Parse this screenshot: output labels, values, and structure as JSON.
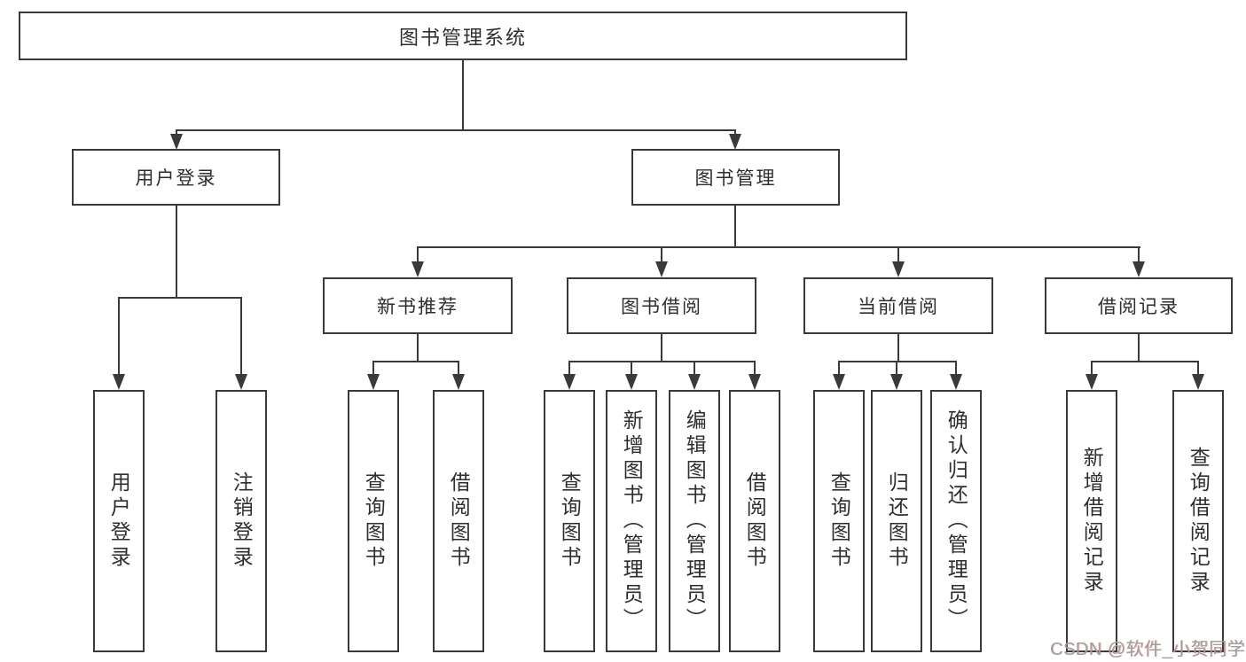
{
  "title": "图书管理系统",
  "tree": {
    "label": "图书管理系统",
    "children": [
      {
        "label": "用户登录",
        "children": [
          {
            "label": "用户登录"
          },
          {
            "label": "注销登录"
          }
        ]
      },
      {
        "label": "图书管理",
        "children": [
          {
            "label": "新书推荐",
            "children": [
              {
                "label": "查询图书"
              },
              {
                "label": "借阅图书"
              }
            ]
          },
          {
            "label": "图书借阅",
            "children": [
              {
                "label": "查询图书"
              },
              {
                "label": "新增图书（管理员）"
              },
              {
                "label": "编辑图书（管理员）"
              },
              {
                "label": "借阅图书"
              }
            ]
          },
          {
            "label": "当前借阅",
            "children": [
              {
                "label": "查询图书"
              },
              {
                "label": "归还图书"
              },
              {
                "label": "确认归还（管理员）"
              }
            ]
          },
          {
            "label": "借阅记录",
            "children": [
              {
                "label": "新增借阅记录"
              },
              {
                "label": "查询借阅记录"
              }
            ]
          }
        ]
      }
    ]
  },
  "watermark": {
    "text": "CSDN @软件_小贺同学"
  },
  "colors": {
    "line": "#3a3a3a",
    "box_border": "#3a3a3a",
    "text": "#2e2e2e",
    "background": "#ffffff",
    "watermark": "#9e9e9e",
    "watermark_accent": "#f45858"
  }
}
